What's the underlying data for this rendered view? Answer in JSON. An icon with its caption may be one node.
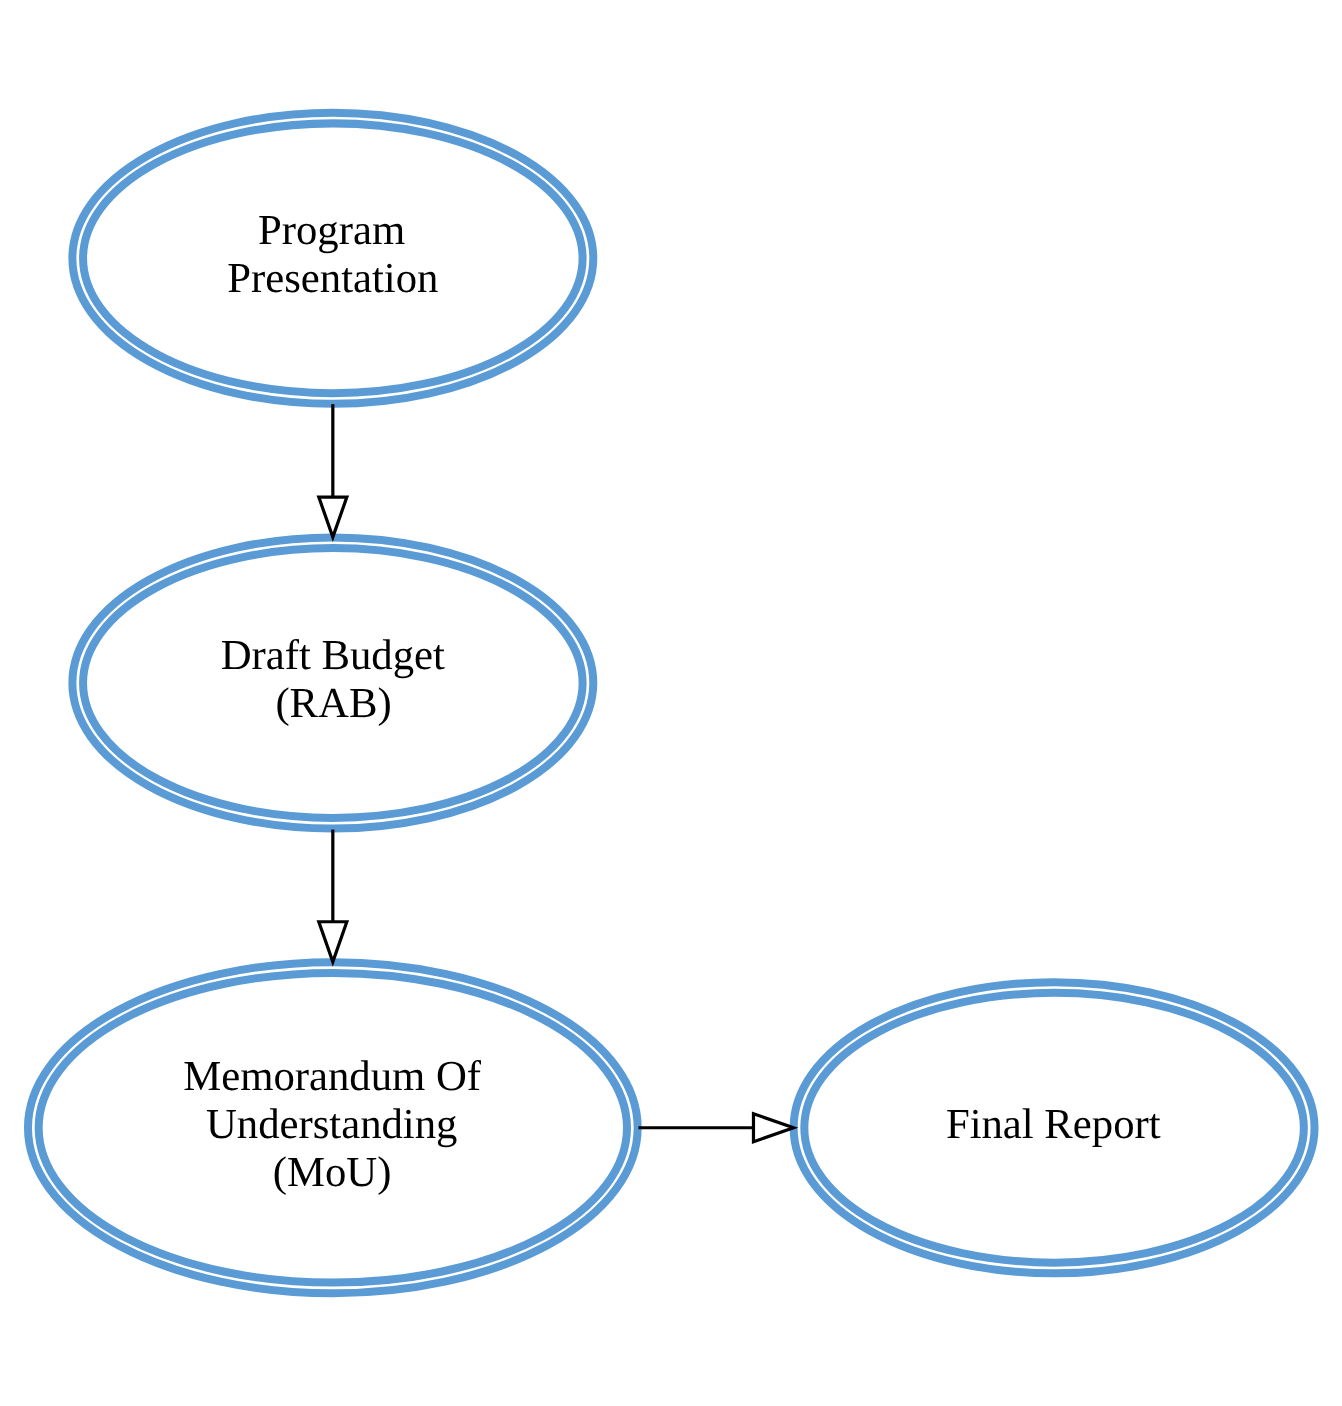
{
  "diagram": {
    "nodes": [
      {
        "text": [
          "Program Presentation"
        ]
      },
      {
        "text": [
          "Draft Budget (RAB)"
        ]
      },
      {
        "text": [
          "Memorandum Of Understanding (MoU)"
        ]
      },
      {
        "text": [
          "Final Report"
        ]
      }
    ],
    "edges": [
      {
        "from": 0,
        "to": 1,
        "arrow": "to"
      },
      {
        "from": 1,
        "to": 2,
        "arrow": "to"
      },
      {
        "from": 2,
        "to": 3,
        "arrow": "to"
      }
    ]
  }
}
